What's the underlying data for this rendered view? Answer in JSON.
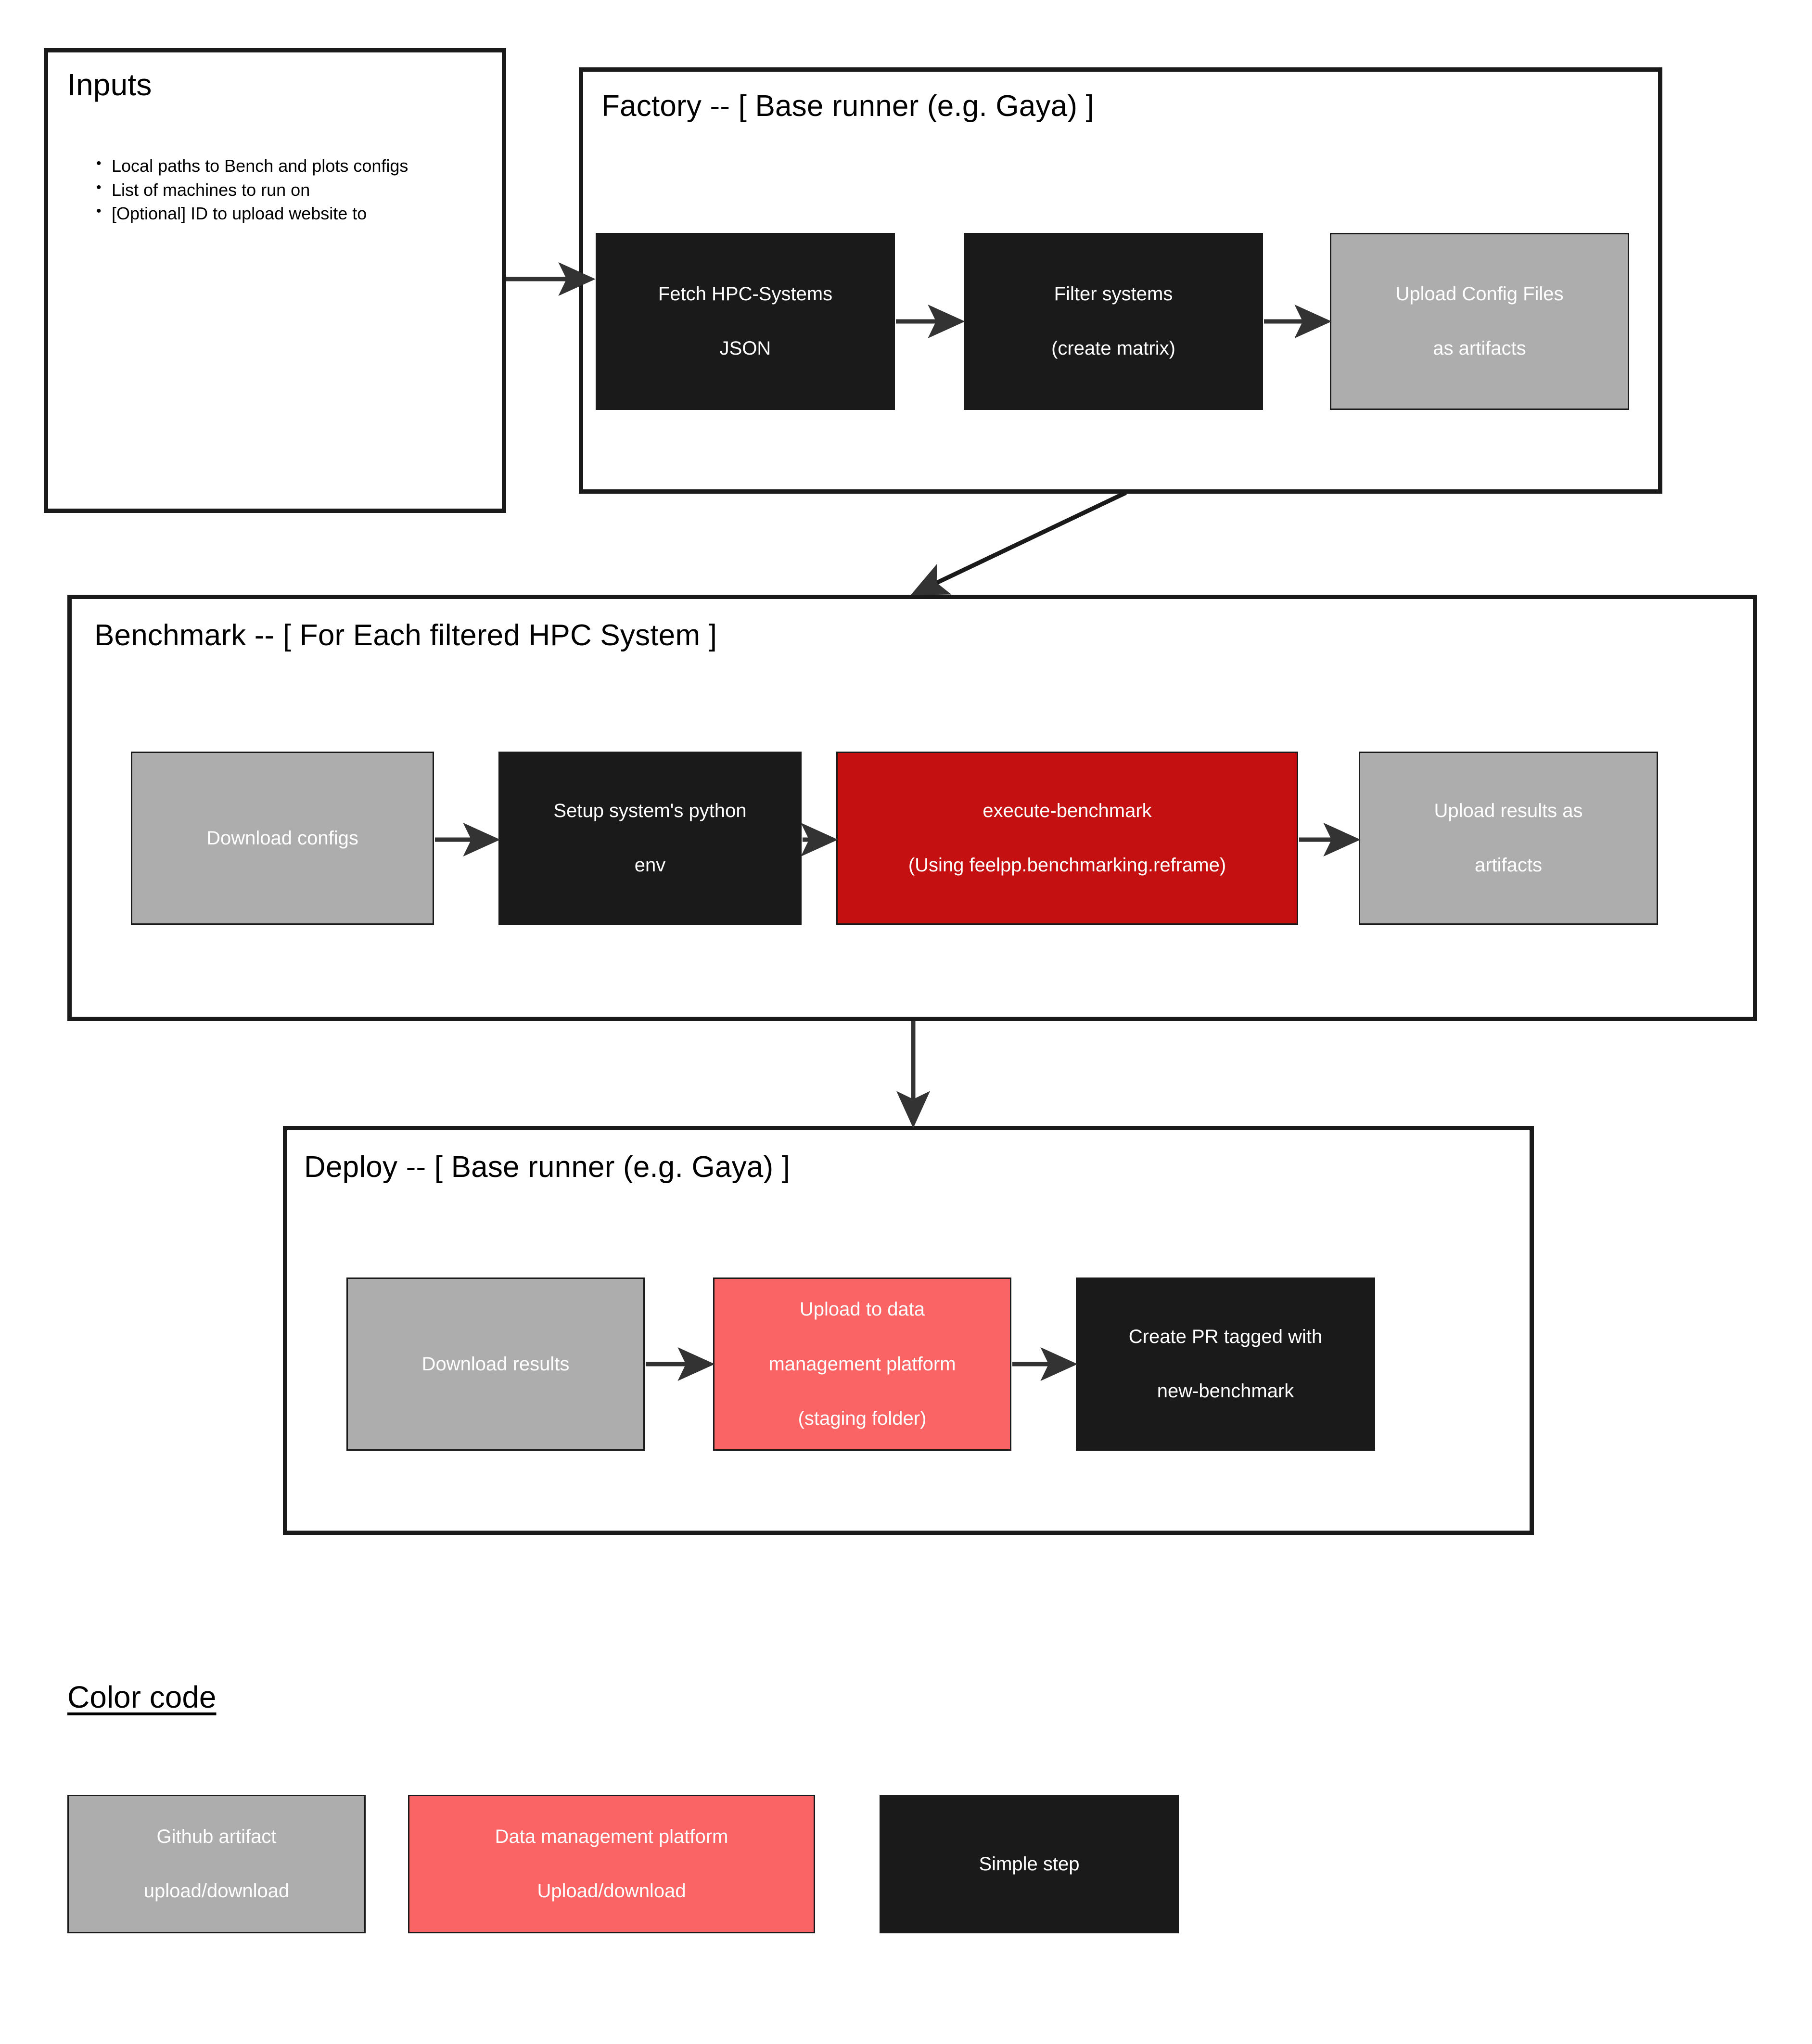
{
  "diagram": {
    "background_color": "#ffffff",
    "stroke_color": "#1a1a1a",
    "colors": {
      "gray": "#adadad",
      "dark": "#1a1a1a",
      "red": "#c41010",
      "salmon": "#fa6464",
      "arrow": "#333333"
    }
  },
  "inputs": {
    "title": "Inputs",
    "bullets": [
      "Local paths to Bench and plots configs",
      "List of machines to run on",
      "[Optional] ID to upload website to"
    ]
  },
  "factory": {
    "title": "Factory -- [ Base runner (e.g. Gaya) ]",
    "steps": [
      {
        "line1": "Fetch HPC-Systems",
        "line2": "JSON",
        "style": "dark"
      },
      {
        "line1": "Filter systems",
        "line2": "(create matrix)",
        "style": "dark"
      },
      {
        "line1": "Upload Config Files",
        "line2": "as artifacts",
        "style": "gray"
      }
    ]
  },
  "benchmark": {
    "title": "Benchmark -- [ For Each filtered HPC System ]",
    "steps": [
      {
        "line1": "Download configs",
        "line2": "",
        "style": "gray"
      },
      {
        "line1": "Setup system's python",
        "line2": "env",
        "style": "dark"
      },
      {
        "line1": "execute-benchmark",
        "line2": "(Using feelpp.benchmarking.reframe)",
        "style": "red"
      },
      {
        "line1": "Upload results as",
        "line2": "artifacts",
        "style": "gray"
      }
    ]
  },
  "deploy": {
    "title": "Deploy -- [ Base runner (e.g. Gaya) ]",
    "steps": [
      {
        "line1": "Download results",
        "line2": "",
        "line3": "",
        "style": "gray"
      },
      {
        "line1": "Upload to data",
        "line2": "management platform",
        "line3": "(staging folder)",
        "style": "salmon"
      },
      {
        "line1": "Create PR tagged with",
        "line2": "new-benchmark",
        "line3": "",
        "style": "dark"
      }
    ]
  },
  "legend": {
    "title": "Color code",
    "items": [
      {
        "line1": "Github artifact",
        "line2": "upload/download",
        "style": "gray"
      },
      {
        "line1": "Data management platform",
        "line2": "Upload/download",
        "style": "salmon"
      },
      {
        "line1": "Simple step",
        "line2": "",
        "style": "dark"
      }
    ]
  }
}
